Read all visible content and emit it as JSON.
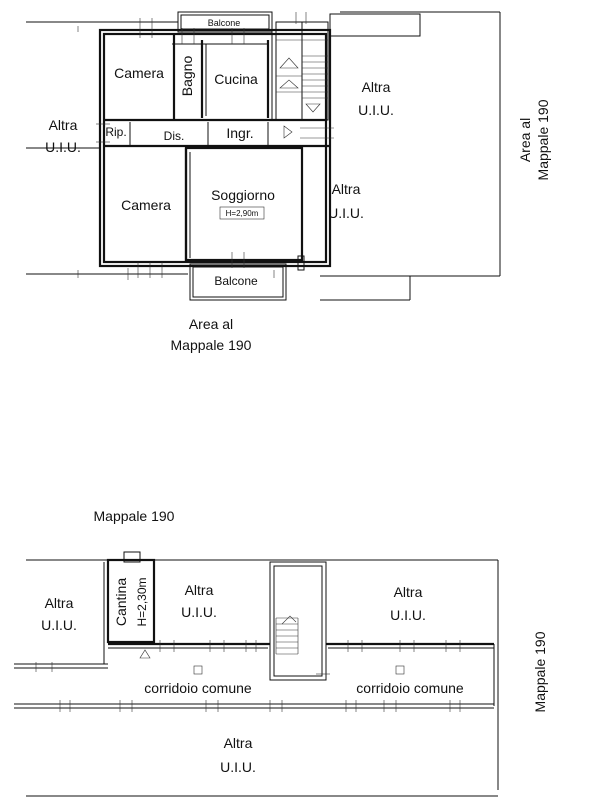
{
  "upper_floor": {
    "rooms": {
      "balcone_top": "Balcone",
      "camera_top": "Camera",
      "bagno": "Bagno",
      "cucina": "Cucina",
      "rip": "Rip.",
      "dis": "Dis.",
      "ingr": "Ingr.",
      "soggiorno": "Soggiorno",
      "soggiorno_height": "H=2,90m",
      "camera_bottom": "Camera",
      "balcone_bottom": "Balcone"
    },
    "neighbors": {
      "left_line1": "Altra",
      "left_line2": "U.I.U.",
      "top_right_line1": "Altra",
      "top_right_line2": "U.I.U.",
      "mid_right_line1": "Altra",
      "mid_right_line2": "U.I.U."
    },
    "areas": {
      "right_line1": "Area al",
      "right_line2": "Mappale 190",
      "bottom_line1": "Area al",
      "bottom_line2": "Mappale 190"
    }
  },
  "basement": {
    "top_label": "Mappale 190",
    "right_label": "Mappale 190",
    "cantina": "Cantina",
    "cantina_height": "H=2,30m",
    "neighbors": {
      "left_line1": "Altra",
      "left_line2": "U.I.U.",
      "center_line1": "Altra",
      "center_line2": "U.I.U.",
      "right_line1": "Altra",
      "right_line2": "U.I.U.",
      "bottom_line1": "Altra",
      "bottom_line2": "U.I.U."
    },
    "corridor_left": "corridoio comune",
    "corridor_right": "corridoio comune"
  }
}
